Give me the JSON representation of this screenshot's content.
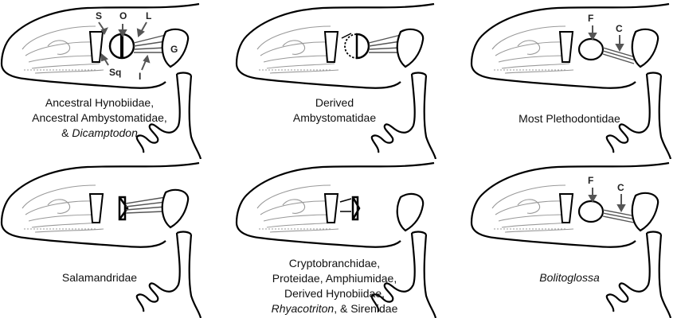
{
  "panels": [
    {
      "id": "ancestral-hynobiidae",
      "caption": [
        [
          {
            "t": "Ancestral Hynobiidae,",
            "i": false
          }
        ],
        [
          {
            "t": "Ancestral Ambystomatidae,",
            "i": false
          }
        ],
        [
          {
            "t": "& ",
            "i": false
          },
          {
            "t": "Dicamptodon",
            "i": true
          }
        ]
      ],
      "labels": {
        "S": "S",
        "O": "O",
        "L": "L",
        "G": "G",
        "Sq": "Sq",
        "I": "I"
      }
    },
    {
      "id": "derived-ambystomatidae",
      "caption": [
        [
          {
            "t": "Derived",
            "i": false
          }
        ],
        [
          {
            "t": "Ambystomatidae",
            "i": false
          }
        ]
      ]
    },
    {
      "id": "most-plethodontidae",
      "caption": [
        [
          {
            "t": "Most Plethodontidae",
            "i": false
          }
        ]
      ],
      "labels": {
        "F": "F",
        "C": "C"
      }
    },
    {
      "id": "salamandridae",
      "caption": [
        [
          {
            "t": "Salamandridae",
            "i": false
          }
        ]
      ]
    },
    {
      "id": "cryptobranchidae",
      "caption": [
        [
          {
            "t": "Cryptobranchidae,",
            "i": false
          }
        ],
        [
          {
            "t": "Proteidae, Amphiumidae,",
            "i": false
          }
        ],
        [
          {
            "t": "Derived Hynobiidae,",
            "i": false
          }
        ],
        [
          {
            "t": "Rhyacotriton",
            "i": true
          },
          {
            "t": ", & Sirenidae",
            "i": false
          }
        ]
      ]
    },
    {
      "id": "bolitoglossa",
      "caption": [
        [
          {
            "t": "Bolitoglossa",
            "i": true
          }
        ]
      ],
      "labels": {
        "F": "F",
        "C": "C"
      }
    }
  ]
}
